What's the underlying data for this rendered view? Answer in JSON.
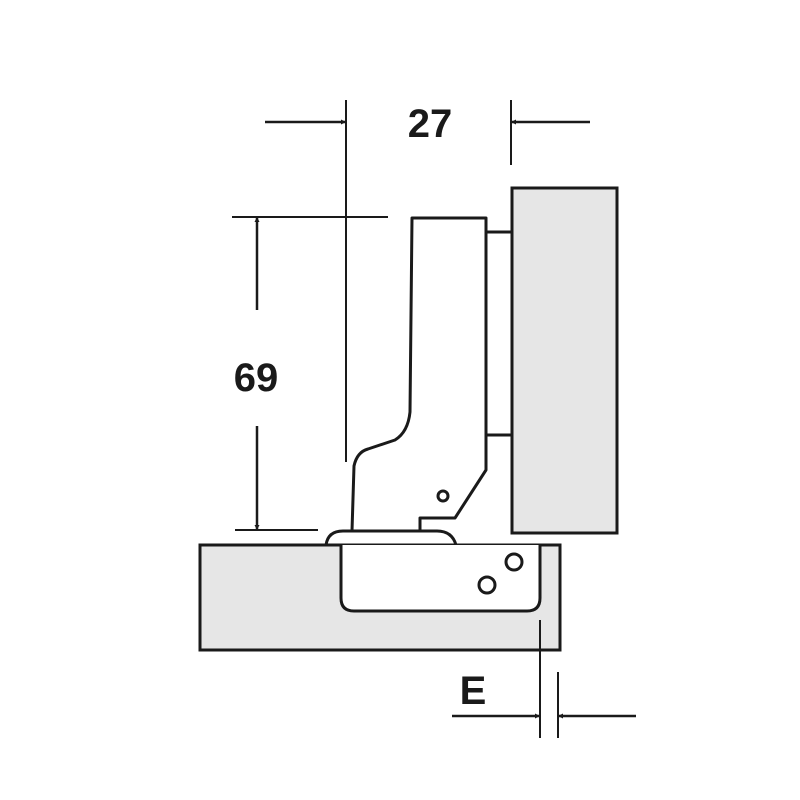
{
  "dimensions": {
    "width_label": "27",
    "height_label": "69",
    "overlay_label": "E"
  },
  "colors": {
    "line": "#1a1a1a",
    "panel_fill": "#e6e6e6",
    "background": "#ffffff"
  }
}
